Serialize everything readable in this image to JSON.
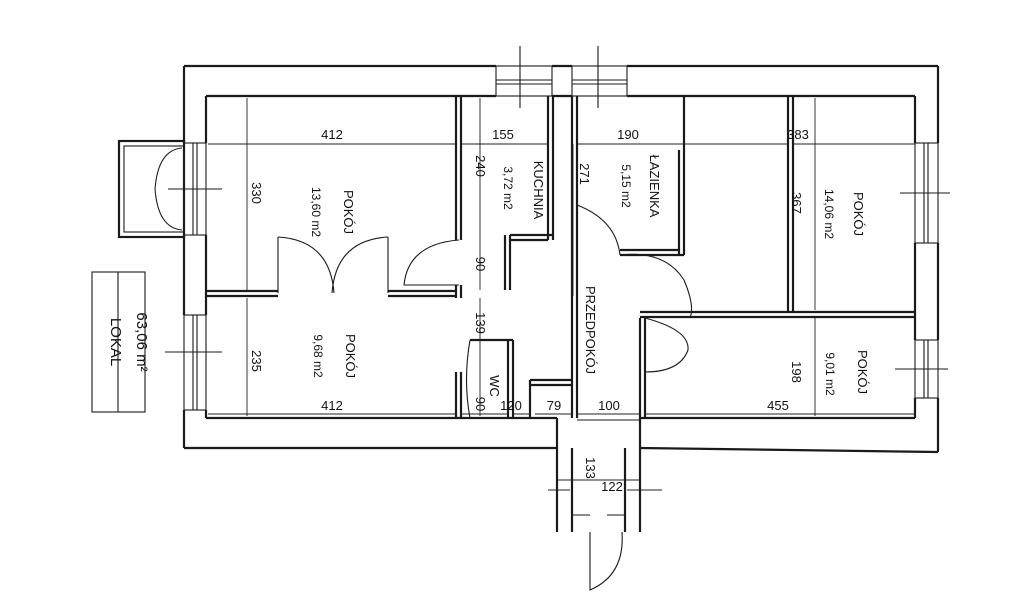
{
  "lokal": {
    "label": "LOKAL",
    "area": "63,06  m²"
  },
  "rooms": {
    "pokoj_top_left": {
      "name": "POKÓJ",
      "area": "13,60 m2"
    },
    "pokoj_bottom_left": {
      "name": "POKÓJ",
      "area": "9,68 m2"
    },
    "kuchnia": {
      "name": "KUCHNIA",
      "area": "3,72 m2"
    },
    "lazienka": {
      "name": "ŁAZIENKA",
      "area": "5,15 m2"
    },
    "pokoj_top_right": {
      "name": "POKÓJ",
      "area": "14,06 m2"
    },
    "pokoj_bottom_right": {
      "name": "POKÓJ",
      "area": "9,01 m2"
    },
    "przedpokoj": {
      "name": "PRZEDPOKÓJ"
    },
    "wc": {
      "name": "WC"
    }
  },
  "dims": {
    "d412_top": "412",
    "d155": "155",
    "d190": "190",
    "d383": "383",
    "d330": "330",
    "d240": "240",
    "d271": "271",
    "d367": "367",
    "d90_mid": "90",
    "d139": "139",
    "d235": "235",
    "d198": "198",
    "d412_bottom": "412",
    "d90_wc": "90",
    "d120": "120",
    "d79": "79",
    "d100": "100",
    "d455": "455",
    "d133": "133",
    "d122": "122"
  }
}
